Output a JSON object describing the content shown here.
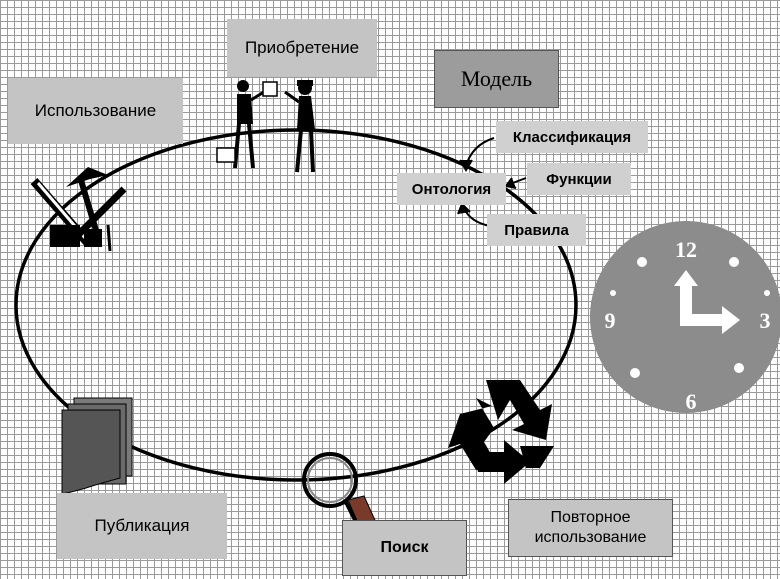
{
  "labels": {
    "acquisition": "Приобретение",
    "usage": "Использование",
    "model": "Модель",
    "classification": "Классификация",
    "functions": "Функции",
    "ontology": "Онтология",
    "rules": "Правила",
    "publication": "Публикация",
    "search": "Поиск",
    "reuse": "Повторное использование"
  },
  "clock": {
    "numbers": [
      "12",
      "3",
      "6",
      "9"
    ],
    "hour_hand": "12",
    "minute_hand": "3"
  },
  "colors": {
    "grid": "#9a9a9a",
    "label_bg": "#c4c4c4",
    "clock_face": "#8c8c8c"
  }
}
